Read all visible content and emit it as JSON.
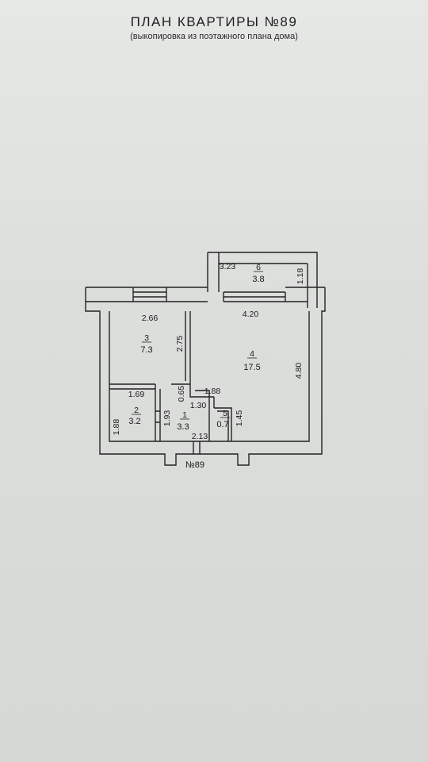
{
  "header": {
    "title": "ПЛАН КВАРТИРЫ №89",
    "subtitle": "(выкопировка из поэтажного плана дома)"
  },
  "plan": {
    "apartment_label": "№89",
    "rooms": [
      {
        "number": "1",
        "area": "3.3"
      },
      {
        "number": "2",
        "area": "3.2"
      },
      {
        "number": "3",
        "area": "7.3"
      },
      {
        "number": "4",
        "area": "17.5"
      },
      {
        "number": "5",
        "area": "0.7"
      },
      {
        "number": "6",
        "area": "3.8"
      }
    ],
    "dimensions": {
      "balcony_width": "3.23",
      "balcony_depth": "1.18",
      "room3_width": "2.66",
      "room3_depth": "2.75",
      "room4_width": "4.20",
      "room4_depth": "4.80",
      "room2_width": "1.69",
      "room2_depth": "1.88",
      "corridor_a": "0.65",
      "corridor_b": "1.88",
      "room1_height": "1.93",
      "room1_width": "1.30",
      "room5_depth": "1.45",
      "hall_width": "2.13"
    }
  }
}
